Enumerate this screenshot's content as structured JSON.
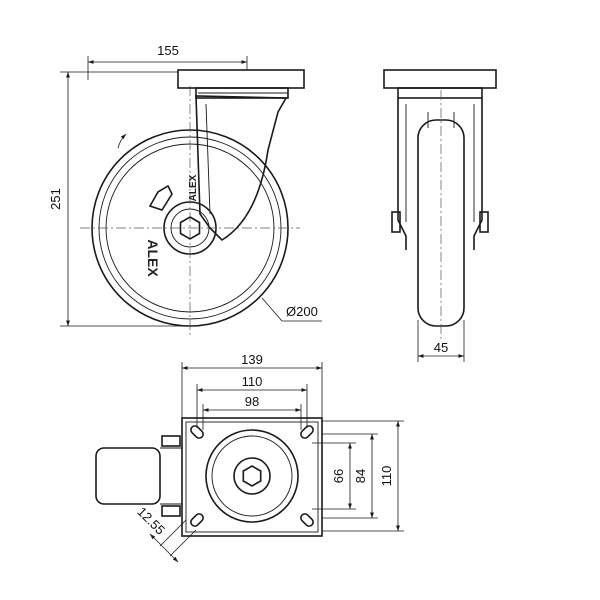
{
  "dimensions": {
    "total_width": "155",
    "total_height": "251",
    "wheel_diameter": "Ø200",
    "wheel_width": "45",
    "plate_width": "139",
    "bolt_spacing_outer": "110",
    "bolt_spacing_inner": "98",
    "hole_spacing_a": "66",
    "hole_spacing_b": "84",
    "plate_height": "110",
    "offset": "12.55"
  },
  "brand_mark": "ALEX",
  "colors": {
    "line": "#1a1a1a",
    "background": "#ffffff"
  }
}
